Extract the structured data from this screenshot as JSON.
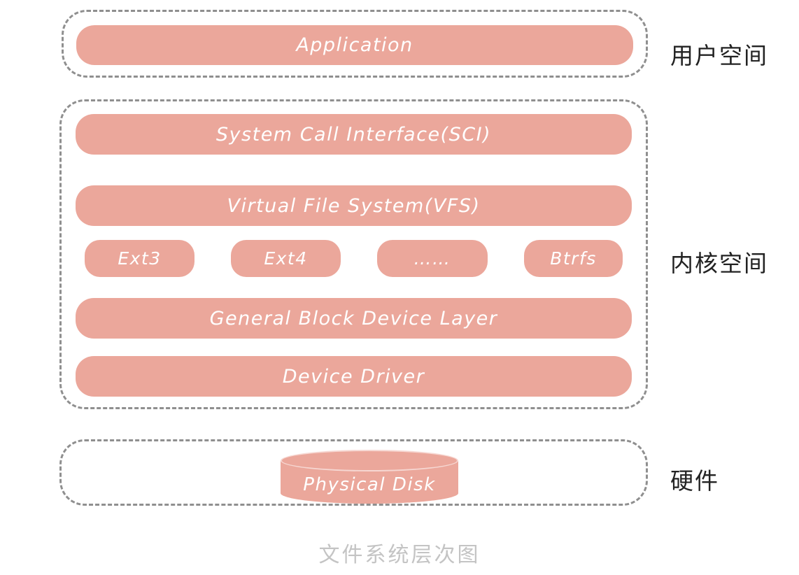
{
  "colors": {
    "box": "#eba79b",
    "box-text": "#ffffff",
    "border": "#8f8f8f",
    "label": "#222222",
    "caption": "#c4c4c4"
  },
  "user_space": {
    "label": "用户空间",
    "application": "Application"
  },
  "kernel_space": {
    "label": "内核空间",
    "sci": "System Call Interface(SCI)",
    "vfs": "Virtual File System(VFS)",
    "fs": {
      "ext3": "Ext3",
      "ext4": "Ext4",
      "dots": "……",
      "btrfs": "Btrfs"
    },
    "block": "General Block Device Layer",
    "driver": "Device Driver"
  },
  "hardware": {
    "label": "硬件",
    "disk": "Physical Disk"
  },
  "caption": "文件系统层次图"
}
